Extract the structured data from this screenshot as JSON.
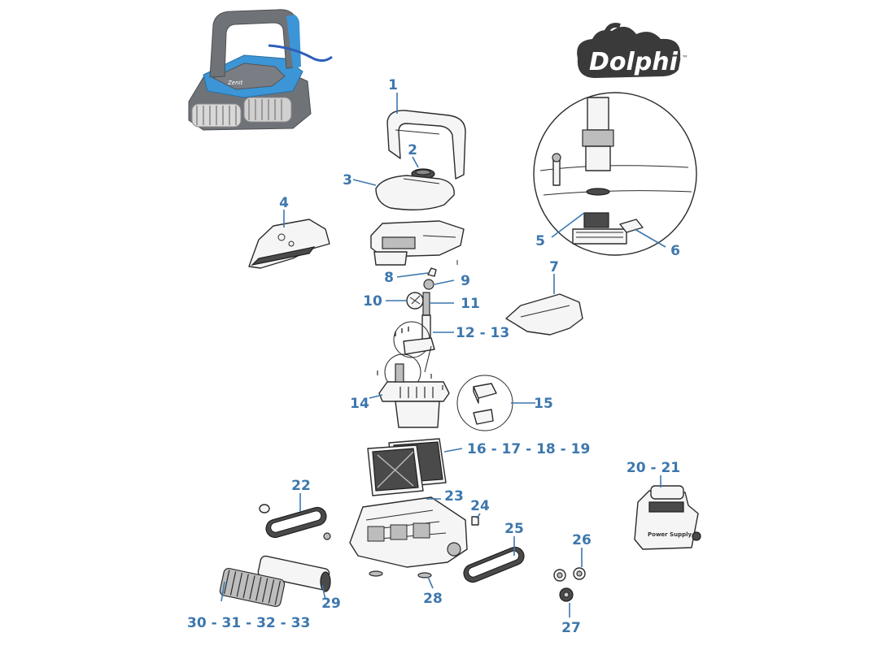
{
  "brand": {
    "name": "Dolphin",
    "trademark": "™"
  },
  "robot_badge": "Zenit",
  "power_supply_label": "Power Supply",
  "callouts": [
    {
      "id": "c1",
      "label": "1"
    },
    {
      "id": "c2",
      "label": "2"
    },
    {
      "id": "c3",
      "label": "3"
    },
    {
      "id": "c4",
      "label": "4"
    },
    {
      "id": "c5",
      "label": "5"
    },
    {
      "id": "c6",
      "label": "6"
    },
    {
      "id": "c7",
      "label": "7"
    },
    {
      "id": "c8",
      "label": "8"
    },
    {
      "id": "c9",
      "label": "9"
    },
    {
      "id": "c10",
      "label": "10"
    },
    {
      "id": "c11",
      "label": "11"
    },
    {
      "id": "c12",
      "label": "12 - 13"
    },
    {
      "id": "c14",
      "label": "14"
    },
    {
      "id": "c15",
      "label": "15"
    },
    {
      "id": "c16",
      "label": "16 - 17 - 18 - 19"
    },
    {
      "id": "c20",
      "label": "20 - 21"
    },
    {
      "id": "c22",
      "label": "22"
    },
    {
      "id": "c23",
      "label": "23"
    },
    {
      "id": "c24",
      "label": "24"
    },
    {
      "id": "c25",
      "label": "25"
    },
    {
      "id": "c26",
      "label": "26"
    },
    {
      "id": "c27",
      "label": "27"
    },
    {
      "id": "c28",
      "label": "28"
    },
    {
      "id": "c29",
      "label": "29"
    },
    {
      "id": "c30",
      "label": "30 - 31 - 32 - 33"
    }
  ],
  "colors": {
    "callout": "#3d77ad",
    "robot_blue": "#3b95d6",
    "robot_gray": "#6f7378",
    "logo_dark": "#3a3a3a"
  }
}
